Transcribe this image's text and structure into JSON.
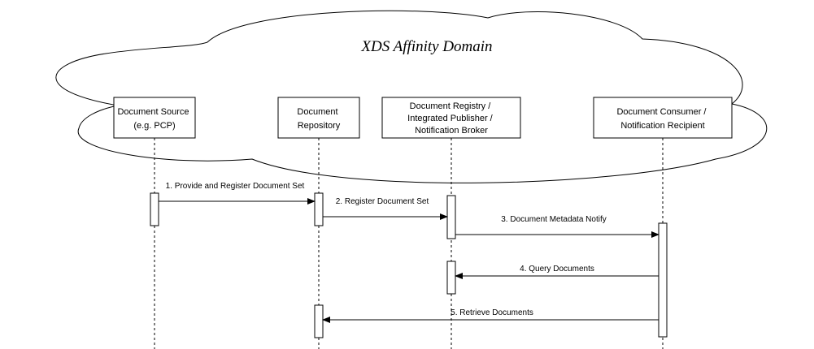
{
  "diagram": {
    "title": "XDS Affinity Domain",
    "actors": [
      {
        "id": "source",
        "lines": [
          "Document Source",
          "(e.g. PCP)"
        ]
      },
      {
        "id": "repository",
        "lines": [
          "Document",
          "Repository"
        ]
      },
      {
        "id": "registry",
        "lines": [
          "Document Registry /",
          "Integrated Publisher /",
          "Notification Broker"
        ]
      },
      {
        "id": "consumer",
        "lines": [
          "Document Consumer /",
          "Notification Recipient"
        ]
      }
    ],
    "messages": [
      {
        "label": "1. Provide and Register Document Set",
        "from": "source",
        "to": "repository"
      },
      {
        "label": "2. Register Document Set",
        "from": "repository",
        "to": "registry"
      },
      {
        "label": "3. Document Metadata Notify",
        "from": "registry",
        "to": "consumer"
      },
      {
        "label": "4. Query Documents",
        "from": "consumer",
        "to": "registry"
      },
      {
        "label": "5. Retrieve Documents",
        "from": "consumer",
        "to": "repository"
      }
    ],
    "colors": {
      "stroke": "#000000",
      "background": "#ffffff"
    }
  }
}
